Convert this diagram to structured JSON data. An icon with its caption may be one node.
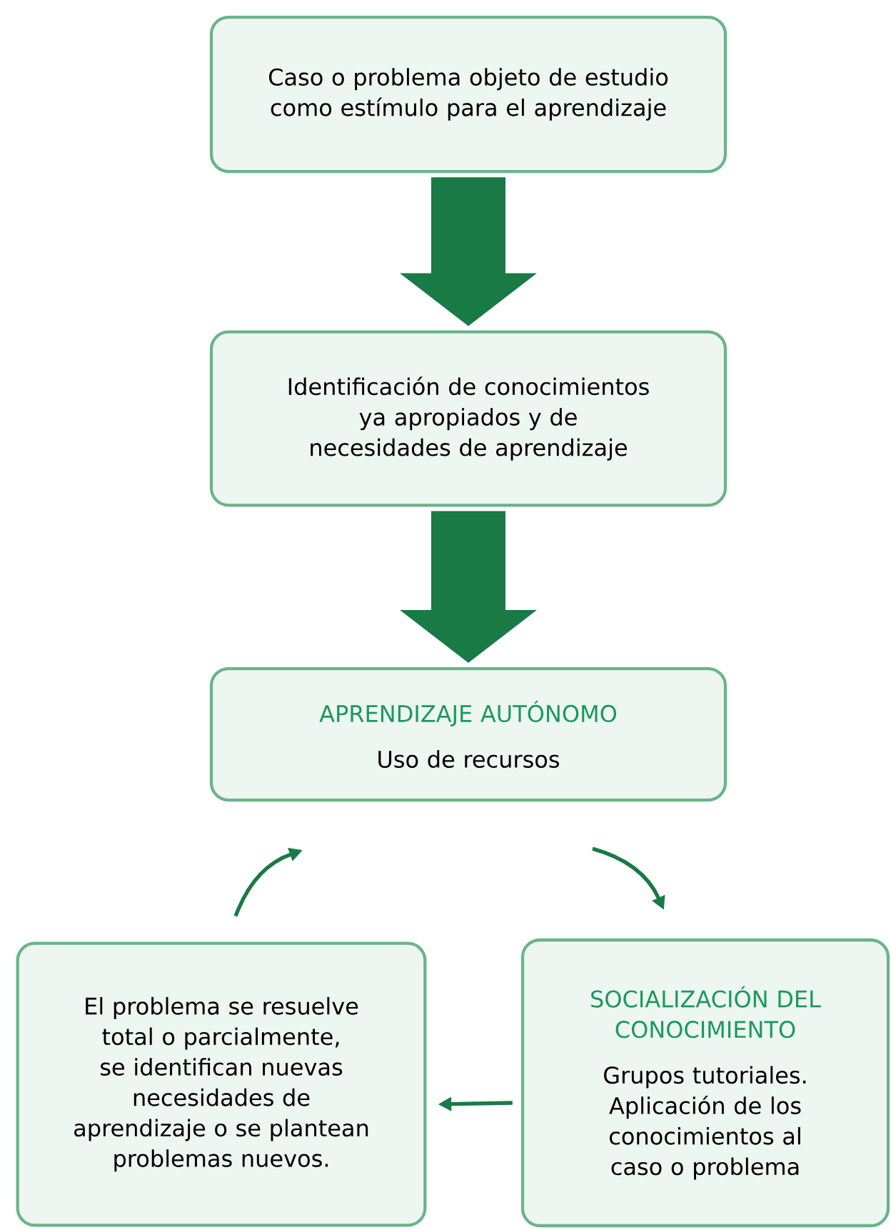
{
  "diagram": {
    "nodes": [
      {
        "text": [
          "Caso o problema objeto de estudio como estímulo para el aprendizaje"
        ]
      },
      {
        "text": [
          "Identificación de conocimientos ya apropiados y de necesidades de aprendizaje"
        ]
      },
      {
        "text": [
          "APRENDIZAJE AUTÓNOMO",
          "Uso de recursos"
        ]
      },
      {
        "text": [
          "SOCIALIZACIÓN DEL CONOCIMIENTO",
          "Grupos tutoriales. Aplicación de los conocimientos al caso o problema"
        ]
      },
      {
        "text": [
          "El problema se resuelve total o parcialmente, se identifican nuevas necesidades de aprendizaje o se plantean problemas nuevos."
        ]
      }
    ],
    "edges": [
      {
        "from": 0,
        "to": 1,
        "arrow": "to",
        "style": "thick"
      },
      {
        "from": 1,
        "to": 2,
        "arrow": "to",
        "style": "thick"
      },
      {
        "from": 2,
        "to": 3,
        "arrow": "to"
      },
      {
        "from": 3,
        "to": 4,
        "arrow": "to"
      },
      {
        "from": 4,
        "to": 2,
        "arrow": "to"
      }
    ]
  }
}
